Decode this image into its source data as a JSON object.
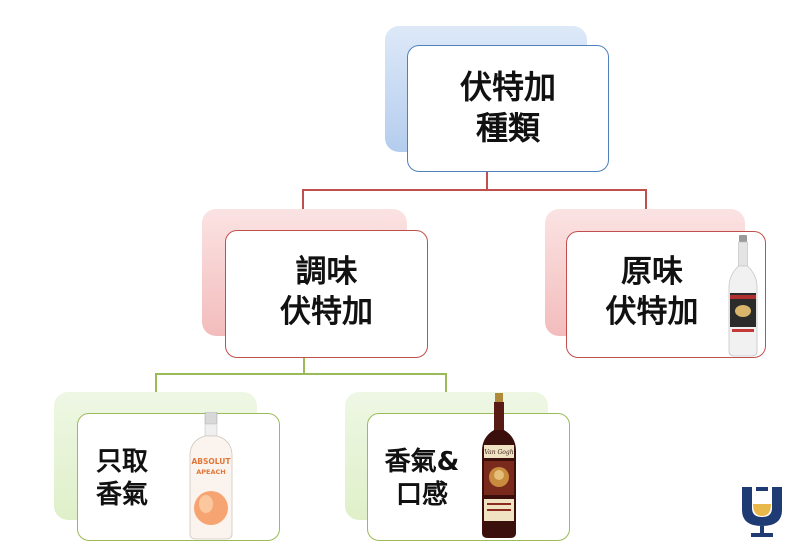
{
  "root": {
    "line1": "伏特加",
    "line2": "種類"
  },
  "flavored": {
    "line1": "調味",
    "line2": "伏特加"
  },
  "original": {
    "line1": "原味",
    "line2": "伏特加"
  },
  "aroma_only": {
    "line1": "只取",
    "line2": "香氣"
  },
  "aroma_taste": {
    "line1": "香氣&",
    "line2": "口感"
  },
  "bottles": {
    "peach": {
      "brand": "ABSOLUT",
      "flavor": "APEACH"
    },
    "vangogh": {
      "brand": "Van Gogh"
    }
  },
  "colors": {
    "blue": "#b9d2f2",
    "red": "#f6c7c7",
    "green": "#e3f2cf",
    "red_line": "#c0504d",
    "green_line": "#9bbb59",
    "navy": "#1f3b73"
  }
}
